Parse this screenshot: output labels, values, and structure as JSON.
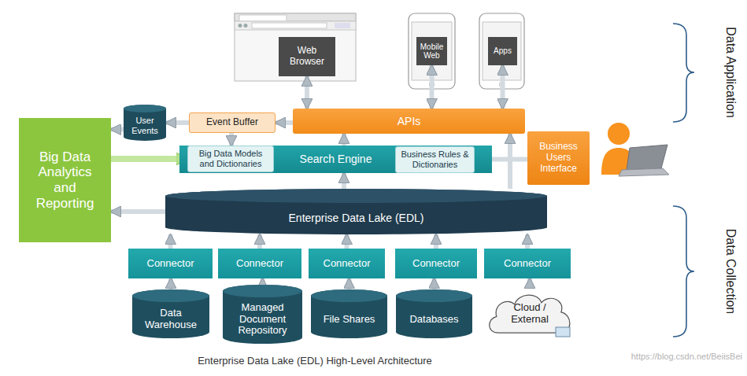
{
  "diagram": {
    "caption": "Enterprise Data Lake (EDL) High-Level Architecture",
    "nodes": [
      {
        "text": [
          "Web Browser"
        ]
      },
      {
        "text": [
          "Mobile Web"
        ]
      },
      {
        "text": [
          "Apps"
        ]
      },
      {
        "text": [
          "User Events"
        ]
      },
      {
        "text": [
          "Event Buffer"
        ]
      },
      {
        "text": [
          "APIs"
        ]
      },
      {
        "text": [
          "Big Data Analytics and Reporting"
        ]
      },
      {
        "text": [
          "Search Engine"
        ]
      },
      {
        "text": [
          "Big Data Models and Dictionaries"
        ],
        "in": 7
      },
      {
        "text": [
          "Business Rules & Dictionaries"
        ],
        "in": 7
      },
      {
        "text": [
          "Business Users Interface"
        ]
      },
      {
        "text": [
          "Enterprise Data Lake (EDL)"
        ]
      },
      {
        "text": [
          "Connector"
        ]
      },
      {
        "text": [
          "Connector"
        ]
      },
      {
        "text": [
          "Connector"
        ]
      },
      {
        "text": [
          "Connector"
        ]
      },
      {
        "text": [
          "Connector"
        ]
      },
      {
        "text": [
          "Data Warehouse"
        ]
      },
      {
        "text": [
          "Managed Document Repository"
        ]
      },
      {
        "text": [
          "File Shares"
        ]
      },
      {
        "text": [
          "Databases"
        ]
      },
      {
        "text": [
          "Cloud / External"
        ]
      }
    ],
    "edges": [
      {
        "from": 0,
        "to": 5,
        "arrow": "both"
      },
      {
        "from": 1,
        "to": 5,
        "arrow": "both"
      },
      {
        "from": 2,
        "to": 5,
        "arrow": "both"
      },
      {
        "from": 5,
        "to": 4,
        "arrow": "to"
      },
      {
        "from": 4,
        "to": 3,
        "arrow": "to"
      },
      {
        "from": 3,
        "to": 6,
        "arrow": "to"
      },
      {
        "from": 4,
        "to": 8,
        "arrow": "to"
      },
      {
        "from": 6,
        "to": 8,
        "arrow": "to"
      },
      {
        "from": 7,
        "to": 5,
        "arrow": "to"
      },
      {
        "from": 10,
        "to": 9,
        "arrow": "to"
      },
      {
        "from": 11,
        "to": 7,
        "arrow": "to"
      },
      {
        "from": 11,
        "to": 5,
        "arrow": "to"
      },
      {
        "from": 11,
        "to": 6,
        "arrow": "to"
      },
      {
        "from": 12,
        "to": 11,
        "arrow": "to"
      },
      {
        "from": 13,
        "to": 11,
        "arrow": "to"
      },
      {
        "from": 14,
        "to": 11,
        "arrow": "to"
      },
      {
        "from": 15,
        "to": 11,
        "arrow": "to"
      },
      {
        "from": 16,
        "to": 11,
        "arrow": "to"
      },
      {
        "from": 17,
        "to": 12,
        "arrow": "to"
      },
      {
        "from": 18,
        "to": 13,
        "arrow": "to"
      },
      {
        "from": 19,
        "to": 14,
        "arrow": "to"
      },
      {
        "from": 20,
        "to": 15,
        "arrow": "to"
      },
      {
        "from": 21,
        "to": 16,
        "arrow": "to"
      }
    ],
    "labels": [
      "Data Application",
      "Data Collection",
      "https://blog.csdn.net/BeiisBei"
    ]
  }
}
